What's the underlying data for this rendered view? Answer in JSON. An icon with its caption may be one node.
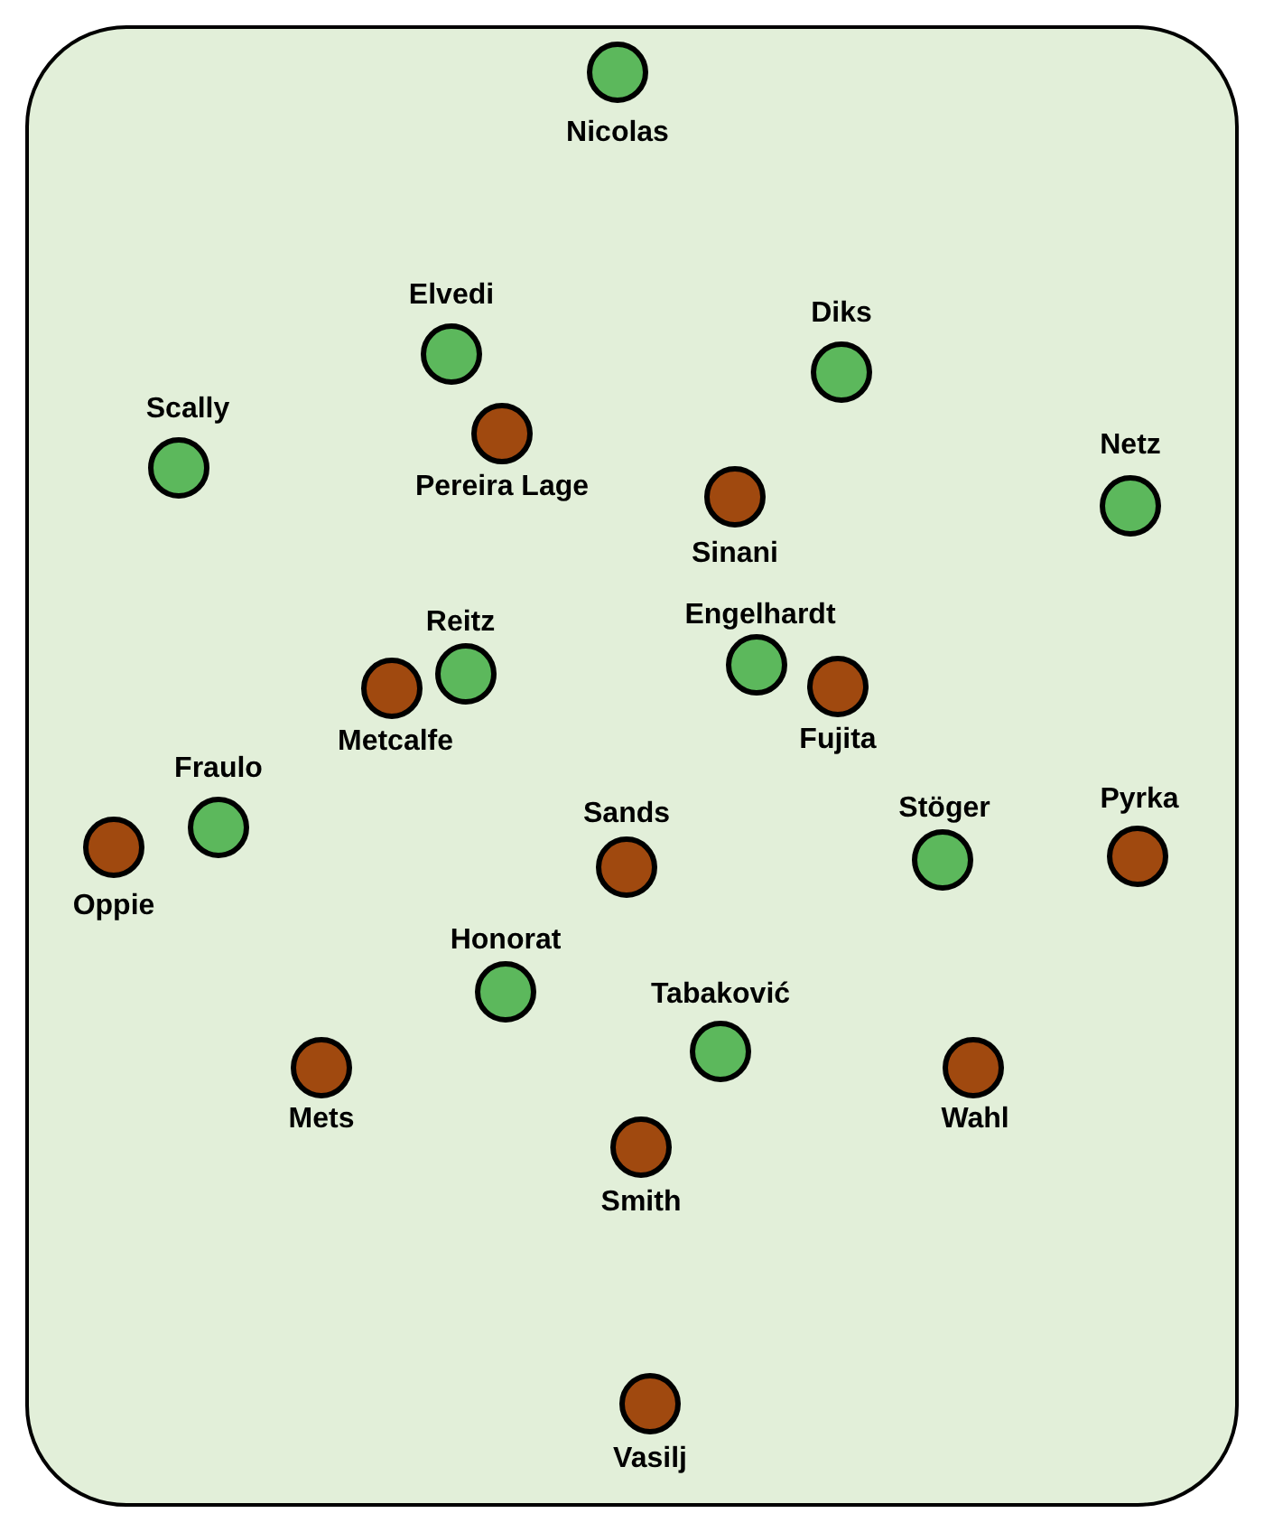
{
  "diagram": {
    "nodes": [
      {
        "text": [],
        "shape": "box"
      },
      {
        "text": [],
        "shape": "circle",
        "beside": [
          "Nicolas"
        ],
        "in": 0
      },
      {
        "text": [],
        "shape": "circle",
        "beside": [
          "Elvedi"
        ],
        "in": 0
      },
      {
        "text": [],
        "shape": "circle",
        "beside": [
          "Diks"
        ],
        "in": 0
      },
      {
        "text": [],
        "shape": "circle",
        "beside": [
          "Pereira Lage"
        ],
        "in": 0
      },
      {
        "text": [],
        "shape": "circle",
        "beside": [
          "Scally"
        ],
        "in": 0
      },
      {
        "text": [],
        "shape": "circle",
        "beside": [
          "Sinani"
        ],
        "in": 0
      },
      {
        "text": [],
        "shape": "circle",
        "beside": [
          "Netz"
        ],
        "in": 0
      },
      {
        "text": [],
        "shape": "circle",
        "beside": [
          "Engelhardt"
        ],
        "in": 0
      },
      {
        "text": [],
        "shape": "circle",
        "beside": [
          "Reitz"
        ],
        "in": 0
      },
      {
        "text": [],
        "shape": "circle",
        "beside": [
          "Metcalfe"
        ],
        "in": 0
      },
      {
        "text": [],
        "shape": "circle",
        "beside": [
          "Fujita"
        ],
        "in": 0
      },
      {
        "text": [],
        "shape": "circle",
        "beside": [
          "Fraulo"
        ],
        "in": 0
      },
      {
        "text": [],
        "shape": "circle",
        "beside": [
          "Oppie"
        ],
        "in": 0
      },
      {
        "text": [],
        "shape": "circle",
        "beside": [
          "Sands"
        ],
        "in": 0
      },
      {
        "text": [],
        "shape": "circle",
        "beside": [
          "Stöger"
        ],
        "in": 0
      },
      {
        "text": [],
        "shape": "circle",
        "beside": [
          "Pyrka"
        ],
        "in": 0
      },
      {
        "text": [],
        "shape": "circle",
        "beside": [
          "Honorat"
        ],
        "in": 0
      },
      {
        "text": [],
        "shape": "circle",
        "beside": [
          "Tabaković"
        ],
        "in": 0
      },
      {
        "text": [],
        "shape": "circle",
        "beside": [
          "Mets"
        ],
        "in": 0
      },
      {
        "text": [],
        "shape": "circle",
        "beside": [
          "Wahl"
        ],
        "in": 0
      },
      {
        "text": [],
        "shape": "circle",
        "beside": [
          "Smith"
        ],
        "in": 0
      },
      {
        "text": [],
        "shape": "circle",
        "beside": [
          "Vasilj"
        ],
        "in": 0
      }
    ],
    "edges": []
  }
}
